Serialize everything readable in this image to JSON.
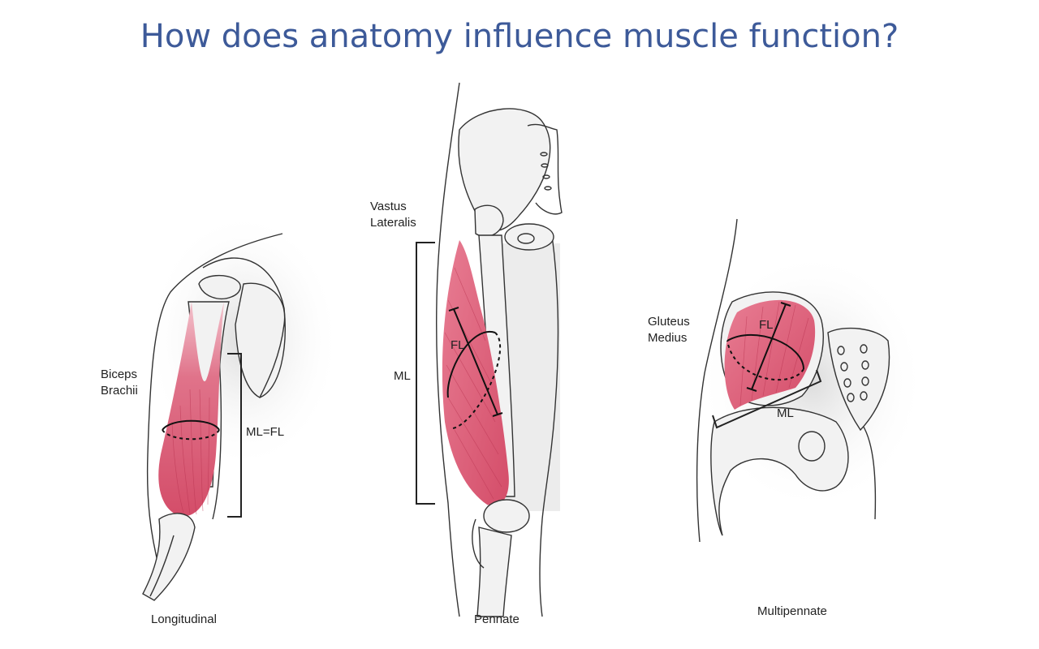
{
  "title": "How does anatomy influence muscle function?",
  "colors": {
    "title": "#3d5a99",
    "muscle": "#d9546e",
    "bone": "#f2f2f2"
  },
  "panels": [
    {
      "muscle_label": [
        "Biceps",
        "Brachii"
      ],
      "measure_label": "ML=FL",
      "caption": "Longitudinal"
    },
    {
      "muscle_label": [
        "Vastus",
        "Lateralis"
      ],
      "measure_label": "ML",
      "fiber_label": "FL",
      "caption": "Pennate"
    },
    {
      "muscle_label": [
        "Gluteus",
        "Medius"
      ],
      "measure_label": "ML",
      "fiber_label": "FL",
      "caption": "Multipennate"
    }
  ]
}
